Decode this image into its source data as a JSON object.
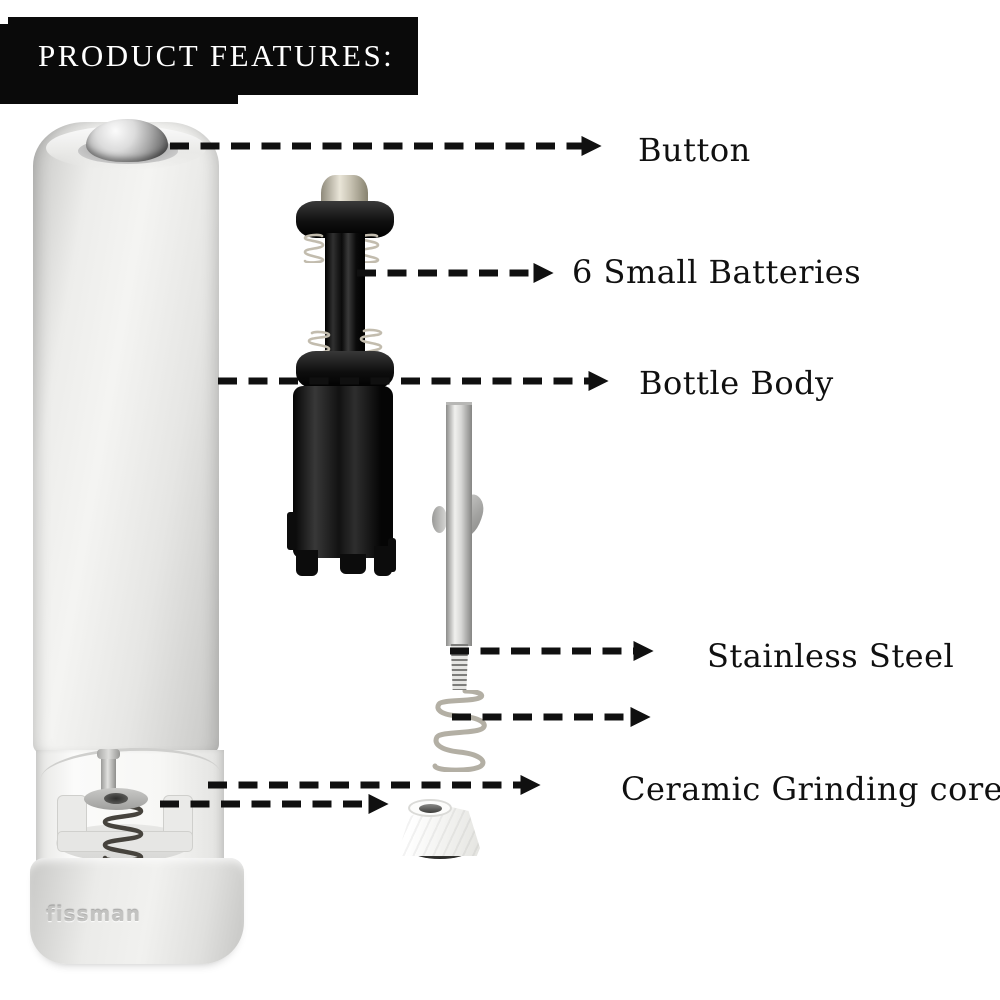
{
  "banner": {
    "title": "PRODUCT FEATURES:"
  },
  "product": {
    "brand": "fissman"
  },
  "callouts": [
    {
      "id": "button",
      "label": "Button"
    },
    {
      "id": "small-batteries",
      "label": "6 Small Batteries"
    },
    {
      "id": "bottle-body",
      "label": "Bottle Body"
    },
    {
      "id": "stainless-steel",
      "label": "Stainless Steel"
    },
    {
      "id": "ceramic-grinding-core",
      "label": "Ceramic Grinding core"
    }
  ],
  "icons": {
    "arrow_style": "dashed-arrow-right"
  },
  "colors": {
    "banner_bg": "#0a0a0a",
    "banner_text": "#ffffff",
    "ink": "#101010",
    "bg": "#ffffff"
  }
}
